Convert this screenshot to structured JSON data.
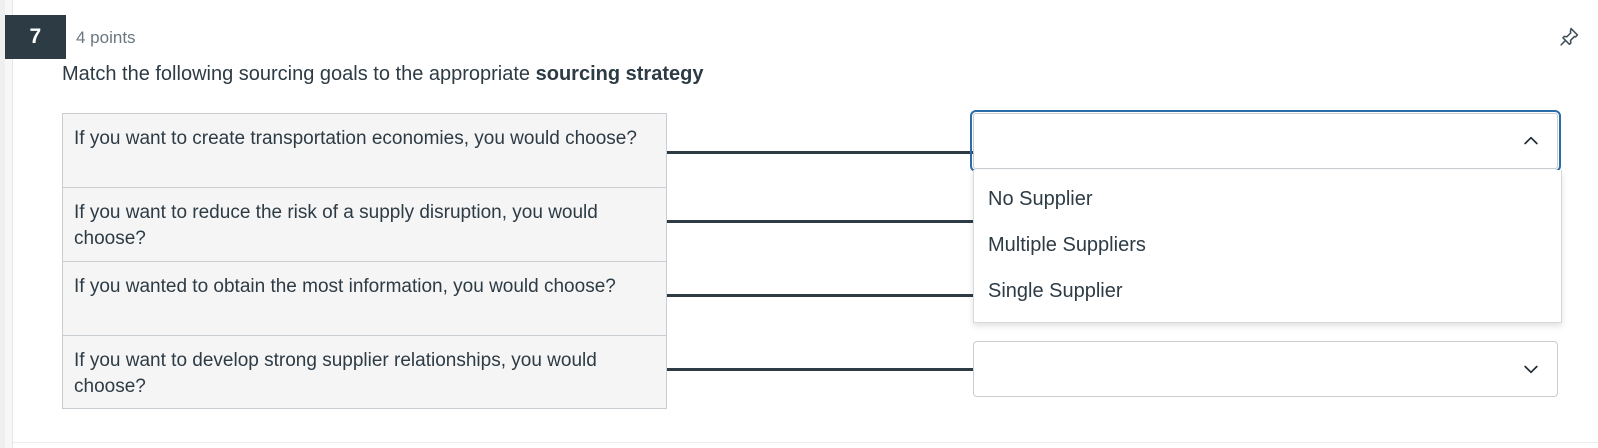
{
  "question": {
    "number": "7",
    "points": "4 points",
    "prompt_prefix": "Match the following sourcing goals to the appropriate ",
    "prompt_bold": "sourcing strategy",
    "pin_icon": "pin-icon"
  },
  "match": {
    "left_items": [
      {
        "text": "If you want to create transportation economies, you would choose?"
      },
      {
        "text": "If you want to reduce the risk of a supply disruption, you would choose?"
      },
      {
        "text": "If you wanted to obtain the most information, you would choose?"
      },
      {
        "text": "If you want to develop strong supplier relationships, you would choose?"
      }
    ],
    "selects": [
      {
        "value": "",
        "state": "open",
        "chevron": "chevron-up-icon"
      },
      {
        "value": "",
        "state": "closed",
        "chevron": "chevron-down-icon"
      }
    ],
    "options": [
      "No Supplier",
      "Multiple Suppliers",
      "Single Supplier"
    ]
  },
  "colors": {
    "badge_bg": "#2d3b45",
    "text": "#2d3b45",
    "muted_text": "#6b7780",
    "item_bg": "#f5f5f5",
    "border": "#c7cdd1",
    "focus_blue": "#2b6ca9"
  }
}
